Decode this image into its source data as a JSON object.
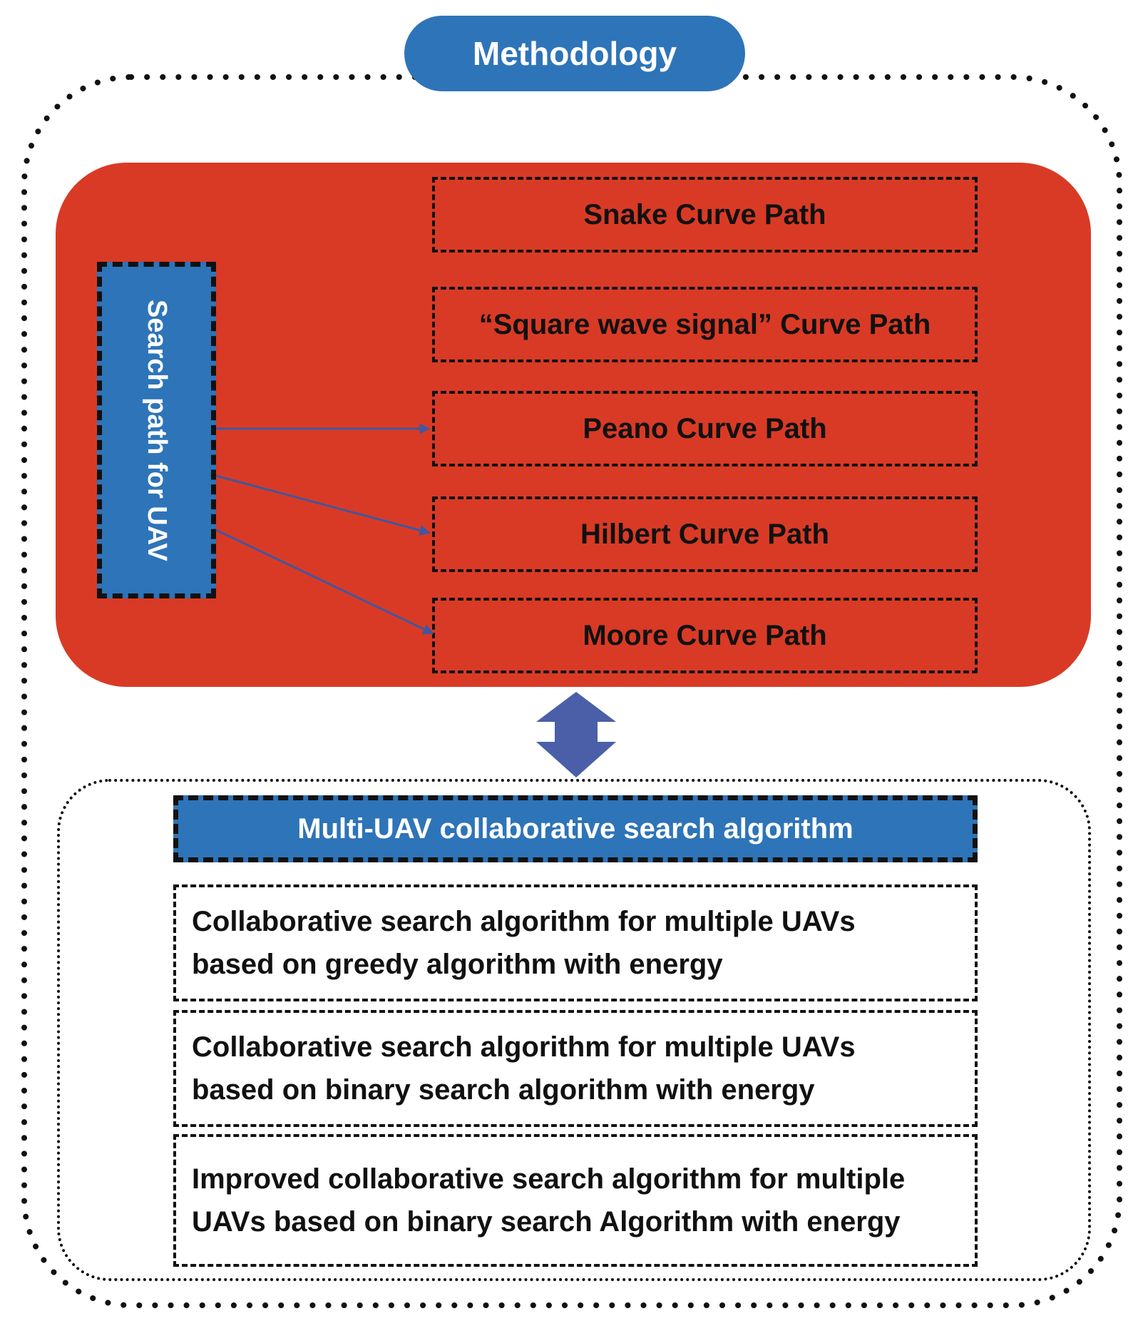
{
  "title": "Methodology",
  "search_path": {
    "label": "Search path for UAV",
    "curves": [
      "Snake Curve Path",
      "“Square wave signal” Curve Path",
      "Peano Curve Path",
      "Hilbert Curve Path",
      "Moore Curve Path"
    ]
  },
  "algorithms": {
    "header": "Multi-UAV collaborative search algorithm",
    "items": [
      {
        "line1": "Collaborative search algorithm for multiple UAVs",
        "line2": "based on greedy algorithm with energy"
      },
      {
        "line1": "Collaborative search algorithm for multiple UAVs",
        "line2": "based on binary search algorithm with energy"
      },
      {
        "line1": "Improved collaborative search algorithm for multiple",
        "line2": "UAVs based on binary search Algorithm with energy"
      }
    ]
  },
  "colors": {
    "blue": "#2e74b8",
    "red": "#d93a25",
    "arrow": "#4a5fa8",
    "connector": "#4157a0"
  }
}
